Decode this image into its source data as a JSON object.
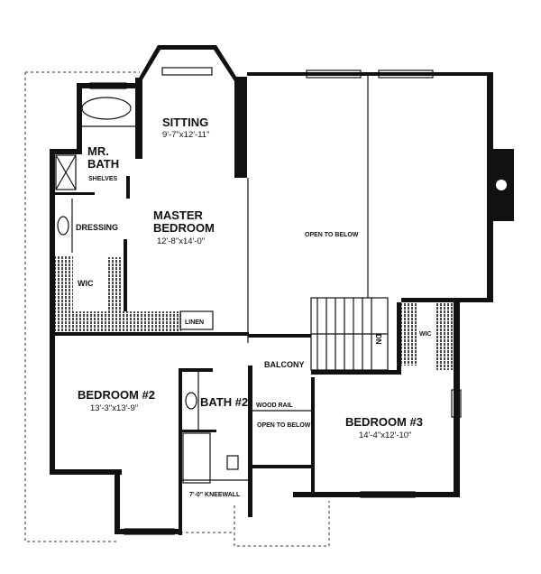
{
  "rooms": {
    "sitting": {
      "name": "SITTING",
      "size": "9'-7\"x12'-11\""
    },
    "mr_bath": {
      "name_line1": "MR.",
      "name_line2": "BATH"
    },
    "shelves": "SHELVES",
    "dressing": "DRESSING",
    "master_bedroom": {
      "name_line1": "MASTER",
      "name_line2": "BEDROOM",
      "size": "12'-8\"x14'-0\""
    },
    "wic_master": "WIC",
    "linen": "LINEN",
    "open_to_below_upper": "OPEN TO BELOW",
    "balcony": "BALCONY",
    "stair_dn": "DN",
    "wic_bedroom3": "WIC",
    "bedroom2": {
      "name": "BEDROOM #2",
      "size": "13'-3\"x13'-9\""
    },
    "bath2": "BATH #2",
    "wood_rail": "WOOD RAIL",
    "open_to_below_lower": "OPEN TO BELOW",
    "bedroom3": {
      "name": "BEDROOM #3",
      "size": "14'-4\"x12'-10\""
    },
    "kneewall": "7'-0\" KNEEWALL"
  },
  "colors": {
    "ink": "#111111",
    "paper": "#ffffff"
  }
}
